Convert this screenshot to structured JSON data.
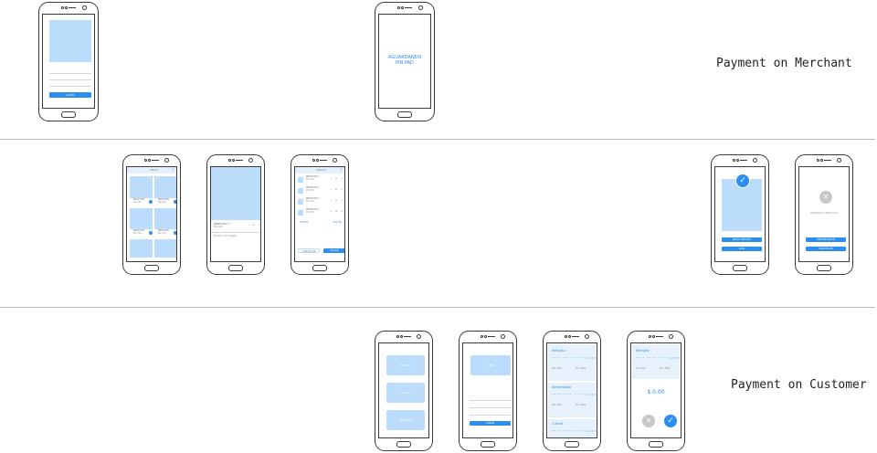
{
  "labels": {
    "merchant": "Payment on Merchant",
    "customer": "Payment on Customer"
  },
  "colors": {
    "accent": "#2b8ef0",
    "placeholder": "#bcdcfb",
    "light": "#e6f1fc",
    "stroke": "#3a3a3a"
  },
  "merchant": {
    "login_button": "LOGIN",
    "waiting_text": "AGUARDANDO PIN PAD"
  },
  "pos": {
    "menu_title": "MENU",
    "product_cards": [
      {
        "name": "PRODUTO",
        "price": "R$ 5,00"
      },
      {
        "name": "PRODUTO",
        "price": "R$ 5,00"
      },
      {
        "name": "PRODUTO",
        "price": "R$ 5,00"
      },
      {
        "name": "PRODUTO",
        "price": "R$ 5,00"
      }
    ],
    "detail_name": "PRODUTO 7",
    "detail_price": "R$ 5,00",
    "detail_qty": "1",
    "detail_note": "Produto com imagem",
    "cart_title": "PEDIDO",
    "cart_items": [
      {
        "name": "PRODUTO 1",
        "price": "R$ 5,00",
        "qty": "1"
      },
      {
        "name": "PRODUTO 2",
        "price": "R$ 5,00",
        "qty": "2"
      },
      {
        "name": "PRODUTO 3",
        "price": "R$ 5,00",
        "qty": "1"
      },
      {
        "name": "PRODUTO 4",
        "price": "R$ 5,00",
        "qty": "3"
      }
    ],
    "total_label": "TOTAL",
    "total_value": "R$ 30",
    "cancel_button": "CANCELAR",
    "pay_button": "PAGAR",
    "success_primary": "NOVO PEDIDO",
    "success_secondary": "SAIR",
    "failure_message": "OPERAÇÃO NEGADA",
    "failure_primary": "TENTAR NOVO",
    "failure_secondary": "CANCELAR"
  },
  "customer": {
    "menu_buttons": [
      "BUSCAR",
      "PAGAR",
      "CARTOES"
    ],
    "login_logo": "CUBO",
    "login_button": "LOGIN",
    "cards": [
      {
        "name": "Refeição",
        "number": "**** **** **** 4287",
        "holder": "John Doe",
        "expiry": "05 / 2021"
      },
      {
        "name": "Alimentação",
        "number": "**** **** **** 4287",
        "holder": "John Doe",
        "expiry": "05 / 2021"
      },
      {
        "name": "Cultura",
        "number": "**** **** **** 4287",
        "holder": "",
        "expiry": ""
      }
    ],
    "confirm_card": {
      "name": "Refeição",
      "number": "**** **** **** 4287",
      "holder": "John Doe",
      "expiry": "05 / 2021"
    },
    "amount": "$ 0.00"
  }
}
